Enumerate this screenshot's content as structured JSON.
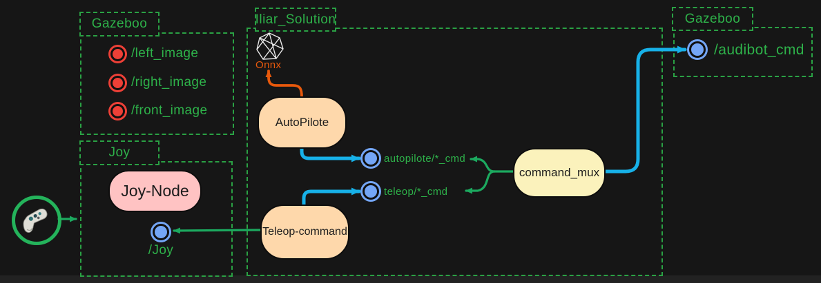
{
  "palette": {
    "background": "#161616",
    "group_border_green": "#2aa144",
    "label_green": "#2eb24a",
    "arrow_green": "#1ca95f",
    "arrow_cyan": "#17b1e8",
    "arrow_orange": "#e8590c",
    "topic_red": "#ee4037",
    "topic_blue": "#74a6f6",
    "node_pink": "#ffc3c3",
    "node_peach": "#fed8ab",
    "node_yellow": "#fbf2bc"
  },
  "groups": {
    "gazebo_cameras": {
      "title": "Gazeboo",
      "topics": [
        {
          "label": "/left_image"
        },
        {
          "label": "/right_image"
        },
        {
          "label": "/front_image"
        }
      ]
    },
    "joy": {
      "title": "Joy",
      "node_label": "Joy-Node",
      "topic_label": "/Joy"
    },
    "iliar_solution": {
      "title": "Iliar_Solution",
      "onnx_label": "Onnx",
      "autopilot_node_label": "AutoPilote",
      "teleop_node_label": "Teleop-command",
      "mux_node_label": "command_mux",
      "autopilot_topic_label": "autopilote/*_cmd",
      "teleop_topic_label": "teleop/*_cmd"
    },
    "gazebo_vehicle": {
      "title": "Gazeboo",
      "topic_label": "/audibot_cmd"
    }
  },
  "icons": {
    "gamepad": "gamepad-icon",
    "onnx": "onnx-model-icon"
  }
}
